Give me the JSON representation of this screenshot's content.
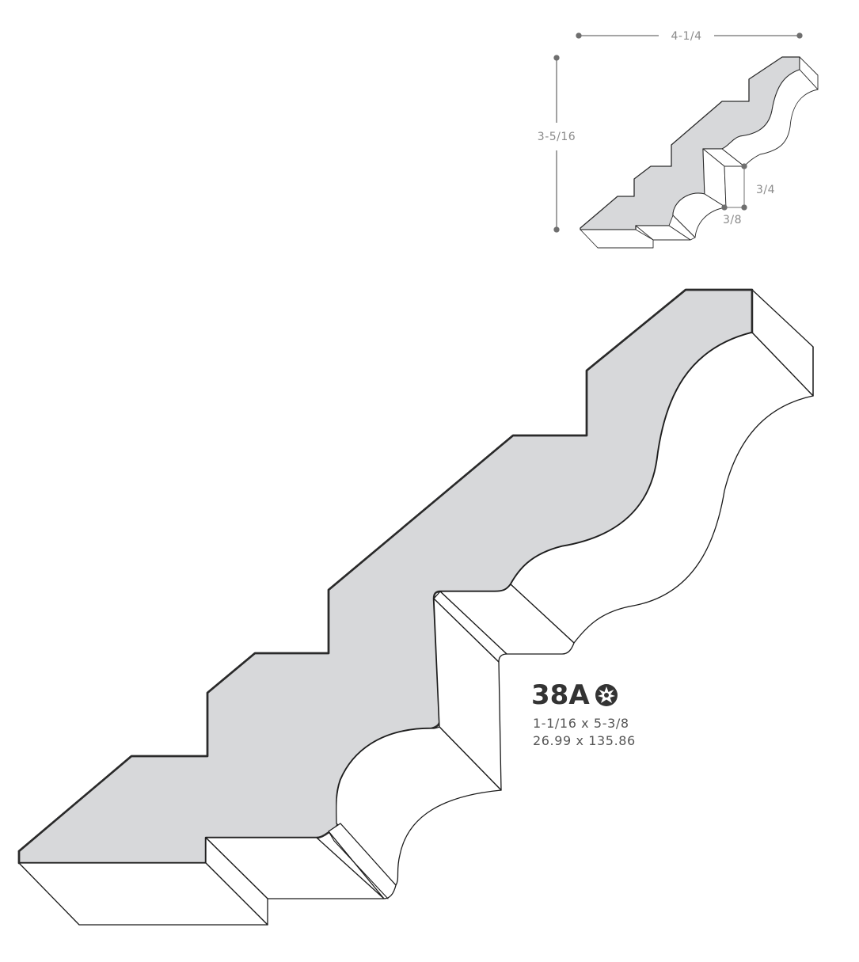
{
  "thumbnail": {
    "width_label": "4-1/4",
    "height_label": "3-5/16",
    "detail_height_label": "3/4",
    "detail_width_label": "3/8"
  },
  "product": {
    "part_number": "38A",
    "size_imperial": "1-1/16 x 5-3/8",
    "size_metric": "26.99 x 135.86",
    "badge_icon": "star-burst-icon"
  }
}
